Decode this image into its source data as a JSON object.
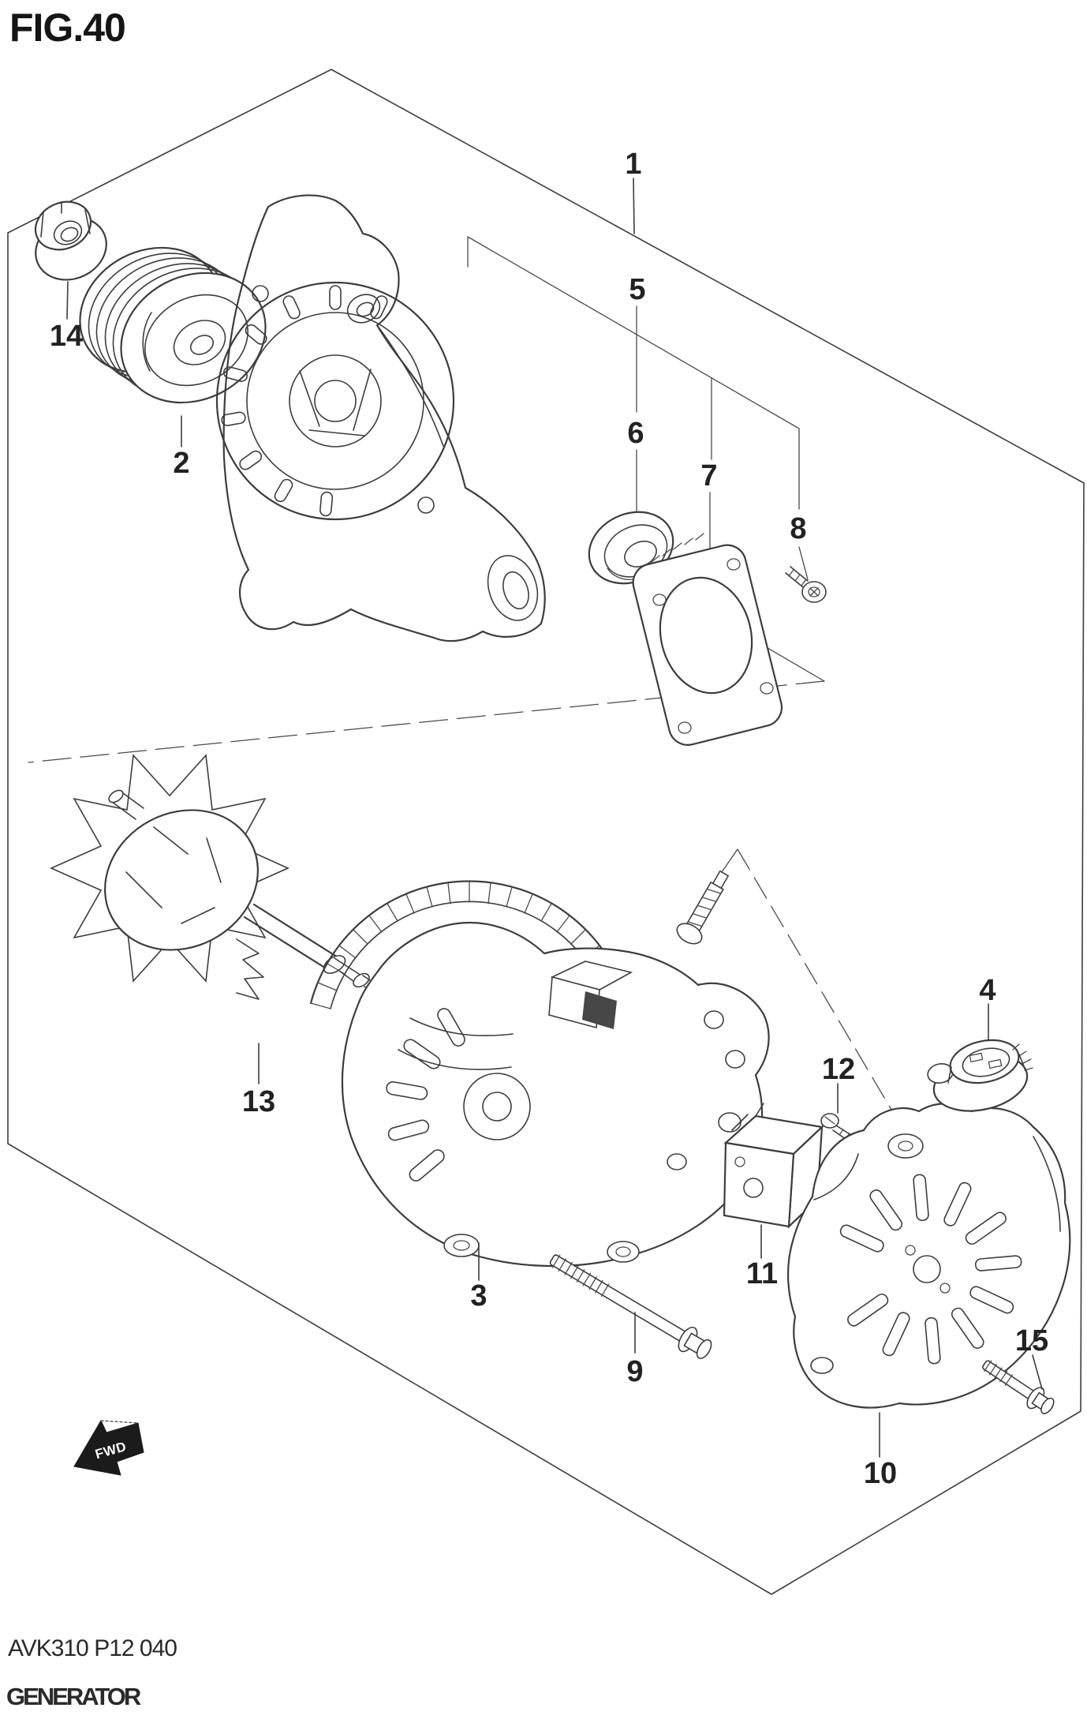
{
  "title": "FIG.40",
  "footer": {
    "code": "AVK310 P12 040",
    "caption": "GENERATOR"
  },
  "fwd_marker": "FWD",
  "colors": {
    "background": "#ffffff",
    "line": "#3d3d3d",
    "text": "#1f1f1f"
  },
  "callouts": [
    {
      "id": 1,
      "label": "1"
    },
    {
      "id": 2,
      "label": "2"
    },
    {
      "id": 3,
      "label": "3"
    },
    {
      "id": 4,
      "label": "4"
    },
    {
      "id": 5,
      "label": "5"
    },
    {
      "id": 6,
      "label": "6"
    },
    {
      "id": 7,
      "label": "7"
    },
    {
      "id": 8,
      "label": "8"
    },
    {
      "id": 9,
      "label": "9"
    },
    {
      "id": 10,
      "label": "10"
    },
    {
      "id": 11,
      "label": "11"
    },
    {
      "id": 12,
      "label": "12"
    },
    {
      "id": 13,
      "label": "13"
    },
    {
      "id": 14,
      "label": "14"
    },
    {
      "id": 15,
      "label": "15"
    }
  ]
}
